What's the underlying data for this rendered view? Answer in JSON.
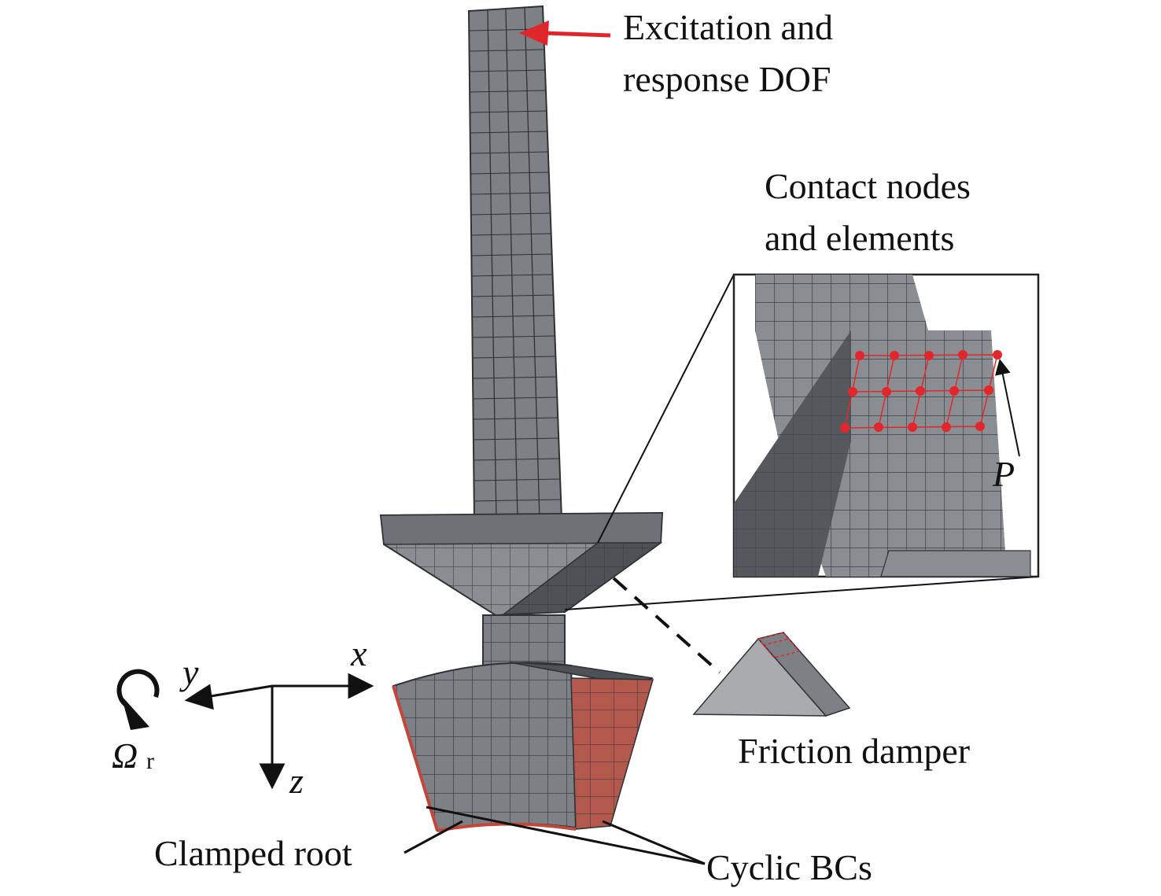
{
  "labels": {
    "excitation_line1": "Excitation and",
    "excitation_line2": "response DOF",
    "contact_line1": "Contact nodes",
    "contact_line2": "and elements",
    "point_p": "P",
    "friction_damper": "Friction damper",
    "clamped_root": "Clamped root",
    "cyclic_bcs": "Cyclic BCs",
    "axis_x": "x",
    "axis_y": "y",
    "axis_z": "z",
    "omega_symbol": "Ω",
    "omega_subscript": "r"
  },
  "colors": {
    "mesh_face": "#7d8186",
    "mesh_face_dark": "#5e6368",
    "mesh_face_light": "#959aa0",
    "mesh_line": "#2e3236",
    "boundary_red": "#c2463a",
    "cyclic_face": "#b2584c",
    "contact_node": "#e3262b",
    "excitation_arrow": "#e0262b",
    "damper_face": "#a9abae"
  }
}
